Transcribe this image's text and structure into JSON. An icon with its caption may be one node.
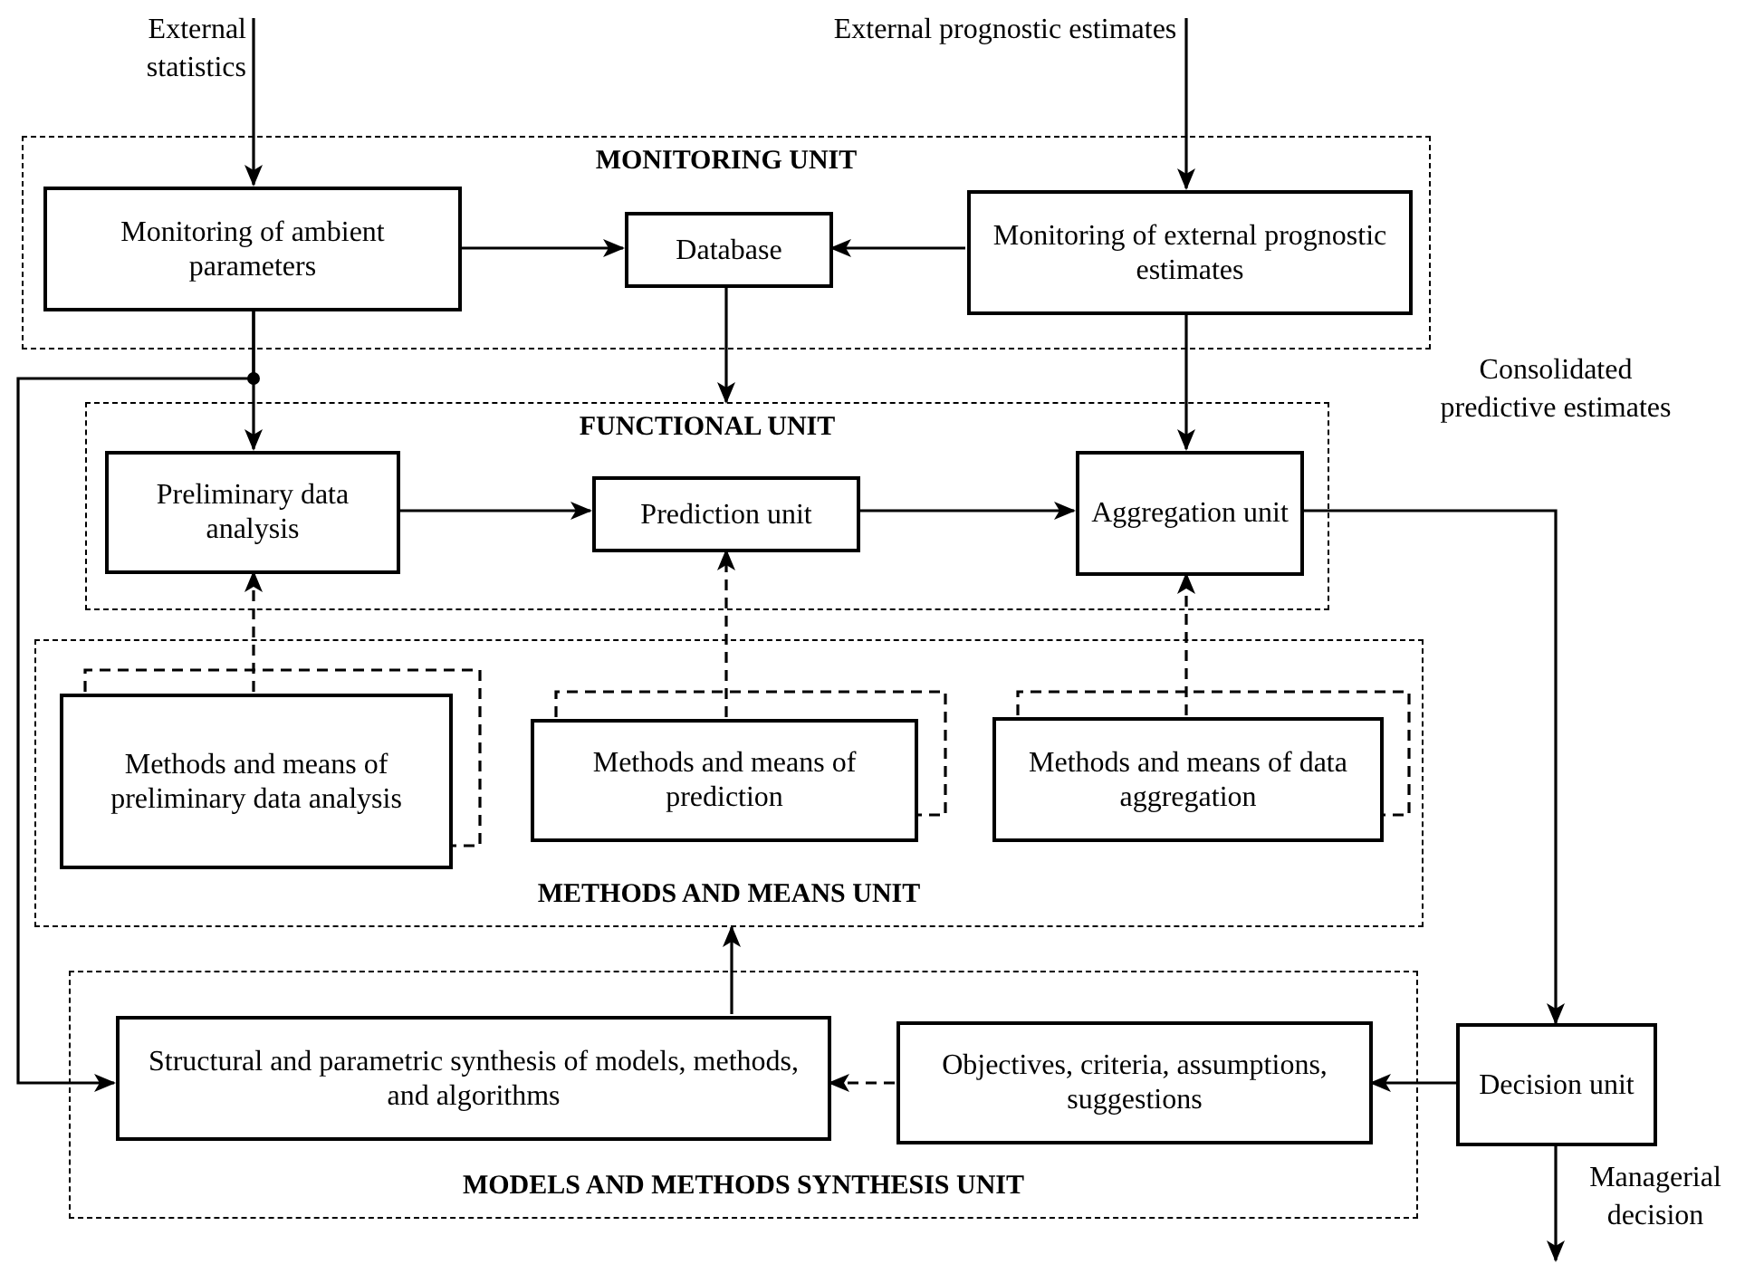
{
  "diagram": {
    "nodes": [
      {
        "text": [
          "MONITORING UNIT"
        ]
      },
      {
        "text": [
          "Monitoring of ambient parameters"
        ],
        "in": 0
      },
      {
        "text": [
          "Database"
        ],
        "in": 0
      },
      {
        "text": [
          "Monitoring of external prognostic estimates"
        ],
        "in": 0
      },
      {
        "text": [
          "FUNCTIONAL UNIT"
        ]
      },
      {
        "text": [
          "Preliminary data analysis"
        ],
        "in": 4
      },
      {
        "text": [
          "Prediction unit"
        ],
        "in": 4
      },
      {
        "text": [
          "Aggregation unit"
        ],
        "in": 4
      },
      {
        "text": [
          "METHODS AND MEANS UNIT"
        ]
      },
      {
        "text": [
          "Methods and means of preliminary data analysis"
        ],
        "in": 8
      },
      {
        "text": [
          "Methods and means of prediction"
        ],
        "in": 8
      },
      {
        "text": [
          "Methods and means of data aggregation"
        ],
        "in": 8
      },
      {
        "text": [
          "MODELS AND METHODS SYNTHESIS UNIT"
        ]
      },
      {
        "text": [
          "Structural and parametric synthesis of models, methods, and algorithms"
        ],
        "in": 12
      },
      {
        "text": [
          "Objectives, criteria, assumptions, suggestions"
        ],
        "in": 12
      },
      {
        "text": [
          "Decision unit"
        ]
      }
    ],
    "edges": [
      {
        "from": null,
        "to": 1,
        "arrow": "to",
        "label": "External statistics"
      },
      {
        "from": null,
        "to": 3,
        "arrow": "to",
        "label": "External prognostic estimates"
      },
      {
        "from": 1,
        "to": 2,
        "arrow": "to"
      },
      {
        "from": 3,
        "to": 2,
        "arrow": "to"
      },
      {
        "from": 1,
        "to": 5,
        "arrow": "to"
      },
      {
        "from": 1,
        "to": 13,
        "arrow": "to"
      },
      {
        "from": 2,
        "to": 4,
        "arrow": "to"
      },
      {
        "from": 3,
        "to": 7,
        "arrow": "to"
      },
      {
        "from": 5,
        "to": 6,
        "arrow": "to"
      },
      {
        "from": 6,
        "to": 7,
        "arrow": "to"
      },
      {
        "from": 7,
        "to": 15,
        "arrow": "to",
        "label": "Consolidated predictive estimates"
      },
      {
        "from": 9,
        "to": 5,
        "arrow": "to",
        "style": "dashed"
      },
      {
        "from": 10,
        "to": 6,
        "arrow": "to",
        "style": "dashed"
      },
      {
        "from": 11,
        "to": 7,
        "arrow": "to",
        "style": "dashed"
      },
      {
        "from": 13,
        "to": 8,
        "arrow": "to"
      },
      {
        "from": 15,
        "to": 14,
        "arrow": "to"
      },
      {
        "from": 14,
        "to": 13,
        "arrow": "to",
        "style": "dashed"
      },
      {
        "from": 15,
        "to": null,
        "arrow": "to",
        "label": "Managerial decision"
      }
    ]
  }
}
